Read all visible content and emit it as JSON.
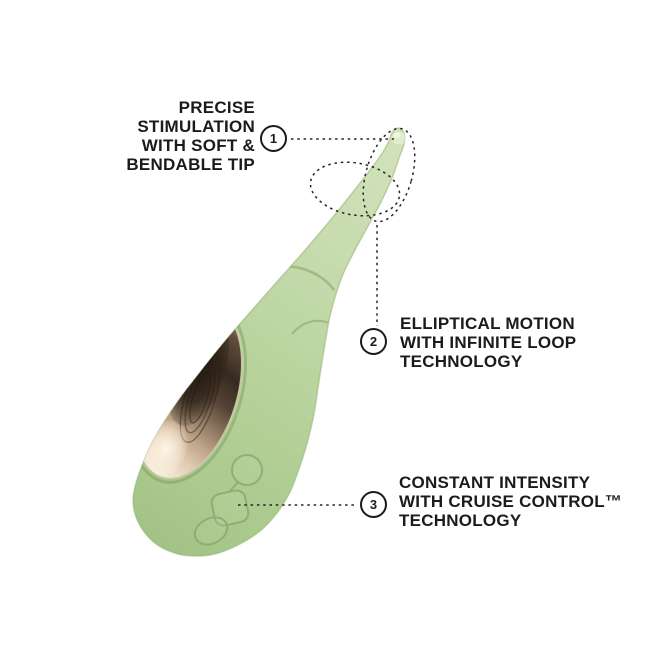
{
  "image_type": "product feature callout diagram",
  "background": "#ffffff",
  "colors": {
    "ink": "#1b1b1b",
    "annotation_dash": "#262626",
    "body_green": "#bad2a0",
    "body_green_light": "#d3e3bd",
    "body_green_dark": "#a2c286",
    "metal_dark": "#362a20",
    "metal_mid": "#bda387",
    "metal_light": "#f7efe0"
  },
  "features": [
    {
      "number": "1",
      "lines": [
        "PRECISE",
        "STIMULATION",
        "WITH SOFT &",
        "BENDABLE TIP"
      ]
    },
    {
      "number": "2",
      "lines": [
        "ELLIPTICAL MOTION",
        "WITH INFINITE LOOP",
        "TECHNOLOGY"
      ]
    },
    {
      "number": "3",
      "lines": [
        "CONSTANT INTENSITY",
        "WITH CRUISE CONTROL™",
        "TECHNOLOGY"
      ]
    }
  ]
}
